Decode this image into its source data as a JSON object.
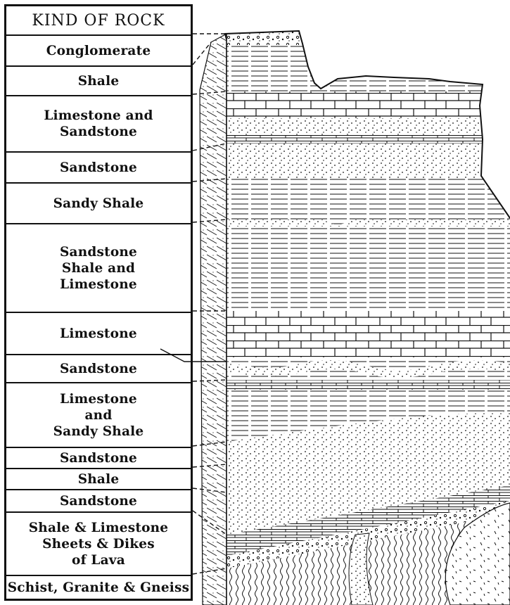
{
  "header": "KIND OF ROCK",
  "layers": [
    {
      "key": "conglomerate",
      "label": "Conglomerate"
    },
    {
      "key": "shale-top",
      "label": "Shale"
    },
    {
      "key": "limestone-sandstone",
      "label": "Limestone and\nSandstone"
    },
    {
      "key": "sandstone-1",
      "label": "Sandstone"
    },
    {
      "key": "sandy-shale",
      "label": "Sandy Shale"
    },
    {
      "key": "sandstone-shale-limestone",
      "label": "Sandstone\nShale and\nLimestone"
    },
    {
      "key": "limestone",
      "label": "Limestone"
    },
    {
      "key": "sandstone-2",
      "label": "Sandstone"
    },
    {
      "key": "limestone-sandy-shale",
      "label": "Limestone\nand\nSandy Shale"
    },
    {
      "key": "sandstone-3",
      "label": "Sandstone"
    },
    {
      "key": "shale-mid",
      "label": "Shale"
    },
    {
      "key": "sandstone-4",
      "label": "Sandstone"
    },
    {
      "key": "shale-limestone-lava",
      "label": "Shale & Limestone\nSheets & Dikes\nof Lava"
    },
    {
      "key": "schist-granite-gneiss",
      "label": "Schist, Granite & Gneiss"
    }
  ]
}
